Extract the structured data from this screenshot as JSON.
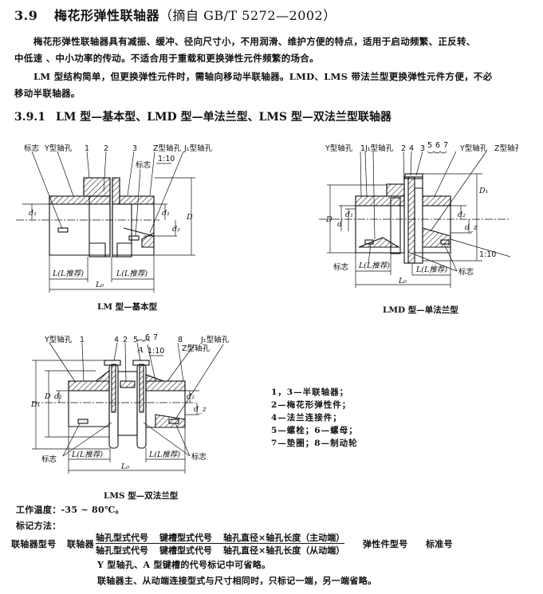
{
  "section": {
    "number": "3.9",
    "title": "梅花形弹性联轴器",
    "source": "（摘自 GB/T 5272—2002）"
  },
  "paragraphs": [
    "梅花形弹性联轴器具有减振、缓冲、径向尺寸小，不用润滑、维护方便的特点，适用于启动频繁、正反转、",
    "中低速 、中小功率的传动。不适合用于重载和更换弹性元件频繁的场合。",
    "LM 型结构简单，但更换弹性元件时，需轴向移动半联轴器。LMD、LMS 带法兰型更换弹性元件方便，不必",
    "移动半联轴器。"
  ],
  "subsection": {
    "number": "3.9.1",
    "title": "LM 型—基本型、LMD 型—单法兰型、LMS 型—双法兰型联轴器"
  },
  "figures": {
    "lm": {
      "caption": "LM 型—基本型",
      "labels": {
        "mark": "标志",
        "y_bore": "Y型轴孔",
        "n1": "1",
        "n2": "2",
        "n3": "3",
        "z_bore": "Z型轴孔",
        "j1_bore": "J₁型轴孔",
        "mark2": "标志",
        "taper": "1:10",
        "d1": "d₁",
        "d1r": "d₁",
        "d2": "d₂",
        "D": "D",
        "L_left": "L(L推荐)",
        "L_right": "L(L推荐)",
        "L0": "L₀"
      }
    },
    "lmd": {
      "caption": "LMD 型—单法兰型",
      "labels": {
        "y_bore": "Y型轴孔",
        "n1": "1",
        "j1_bore": "J₁型轴孔",
        "n2": "2",
        "n4": "4",
        "n3": "3",
        "n5": "5",
        "n6": "6",
        "n7": "7",
        "y_bore2": "Y型轴孔",
        "z_bore": "Z型轴孔",
        "D": "D",
        "d": "d",
        "d1": "d₁",
        "d2": "d₂",
        "dz": "d_z",
        "D1": "D₁",
        "taper": "1:10",
        "mark_left": "标志",
        "mark_right": "标志",
        "L_left": "L(L推荐)",
        "L_right": "L(L推荐)",
        "L0": "L₀"
      }
    },
    "lms": {
      "caption": "LMS 型—双法兰型",
      "labels": {
        "y_bore": "Y型轴孔",
        "n1": "1",
        "n4": "4",
        "n2": "2",
        "n5": "5",
        "n6": "6",
        "n7": "7",
        "n8": "8",
        "A": "A",
        "taper": "1:10",
        "z_bore": "Z型轴孔",
        "j1_bore": "J₁型轴孔",
        "D1": "D₁",
        "D": "D",
        "d1": "d₁",
        "d2": "d₂",
        "dz": "d_z",
        "mark_left": "标志",
        "mark_right": "标志",
        "L_left": "L(L推荐)",
        "L_right": "L(L推荐)",
        "L0": "L₀"
      }
    }
  },
  "legend": [
    "1，3—半联轴器；",
    "2—梅花形弹性件；",
    "4—法兰连接件；",
    "5—螺栓；6—螺母；",
    "7—垫圈；8—制动轮"
  ],
  "operating_temp": "工作温度：-35 ~ 80℃。",
  "marking": {
    "label": "标记方法：",
    "model": "联轴器型号",
    "coupling": "联轴器",
    "numerator": [
      "轴孔型式代号",
      "键槽型式代号",
      "轴孔直径×轴孔长度（主动端）"
    ],
    "denominator": [
      "轴孔型式代号",
      "键槽型式代号",
      "轴孔直径×轴孔长度（从动端）"
    ],
    "element": "弹性件型号",
    "standard": "标准号",
    "notes": [
      "Y 型轴孔、A 型键槽的代号标记中可省略。",
      "联轴器主、从动端连接型式与尺寸相同时，只标记一端，另一端省略。"
    ]
  }
}
